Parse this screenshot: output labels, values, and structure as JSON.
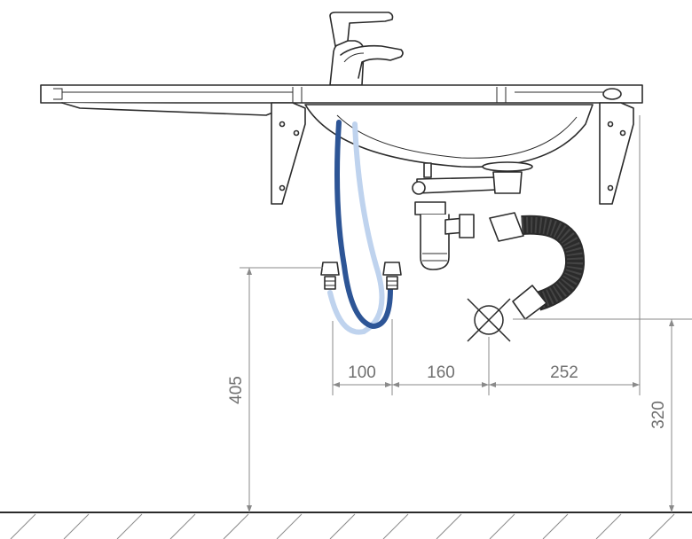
{
  "dimensions": {
    "valve_spacing": "100",
    "valve_to_drain": "160",
    "drain_to_right": "252",
    "valve_height": "405",
    "drain_height": "320"
  },
  "colors": {
    "hose_dark": "#2d5596",
    "hose_light": "#bfd3ee",
    "line": "#2b2b2b",
    "dimension": "#8a8a8a"
  }
}
